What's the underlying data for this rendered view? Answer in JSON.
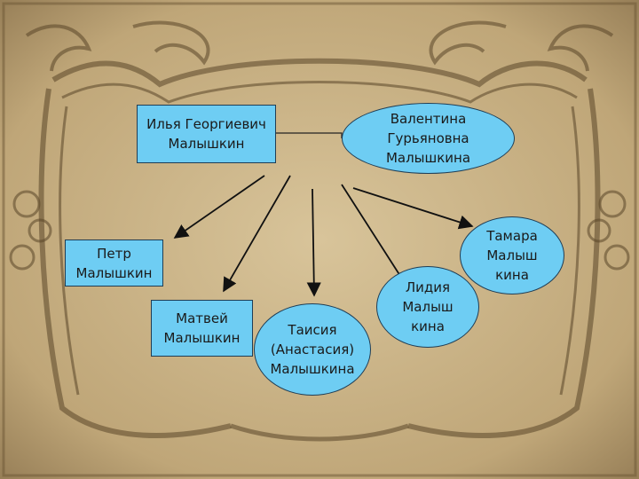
{
  "colors": {
    "node_fill": "#6ecdf3",
    "node_border": "#1f3d55",
    "paper": "#c9b38a",
    "ink": "#4a3a22"
  },
  "nodes": {
    "father": "Илья Георгиевич\nМалышкин",
    "mother": "Валентина\nГурьяновна\nМалышкина",
    "petr": "Петр\nМалышкин",
    "matvei": "Матвей\nМалышкин",
    "taisia": "Таисия\n(Анастасия)\nМалышкина",
    "lidia": "Лидия\nМалыш\nкина",
    "tamara": "Тамара\nМалыш\nкина"
  },
  "links": [
    [
      "father",
      "mother"
    ],
    [
      "parents",
      "petr"
    ],
    [
      "parents",
      "matvei"
    ],
    [
      "parents",
      "taisia"
    ],
    [
      "parents",
      "lidia"
    ],
    [
      "parents",
      "tamara"
    ]
  ]
}
